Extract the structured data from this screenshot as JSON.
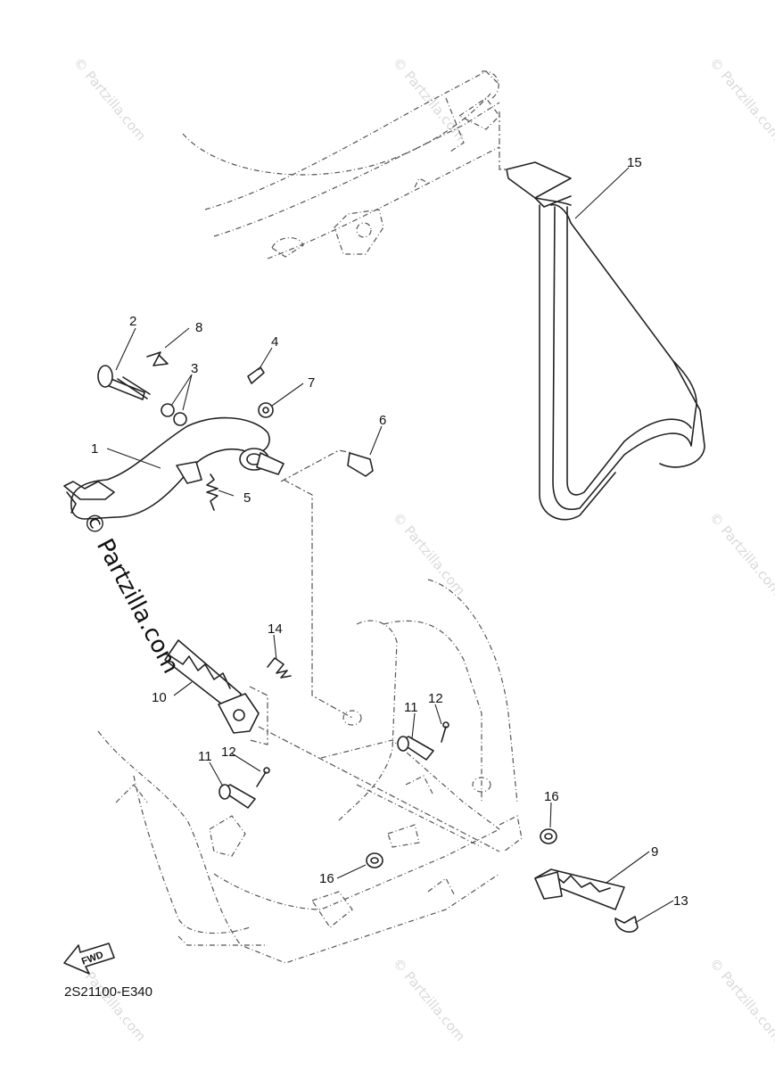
{
  "diagram_code": "2S21100-E340",
  "fwd_label": "FWD",
  "watermark": {
    "prominent": "© Partzilla.com",
    "faint": "© Partzilla.com"
  },
  "callouts": [
    "1",
    "2",
    "3",
    "4",
    "5",
    "6",
    "7",
    "8",
    "9",
    "10",
    "11",
    "11",
    "12",
    "12",
    "13",
    "14",
    "15",
    "16",
    "16"
  ],
  "colors": {
    "ink": "#222222",
    "watermark": "#d9d9d9",
    "background": "#ffffff"
  }
}
